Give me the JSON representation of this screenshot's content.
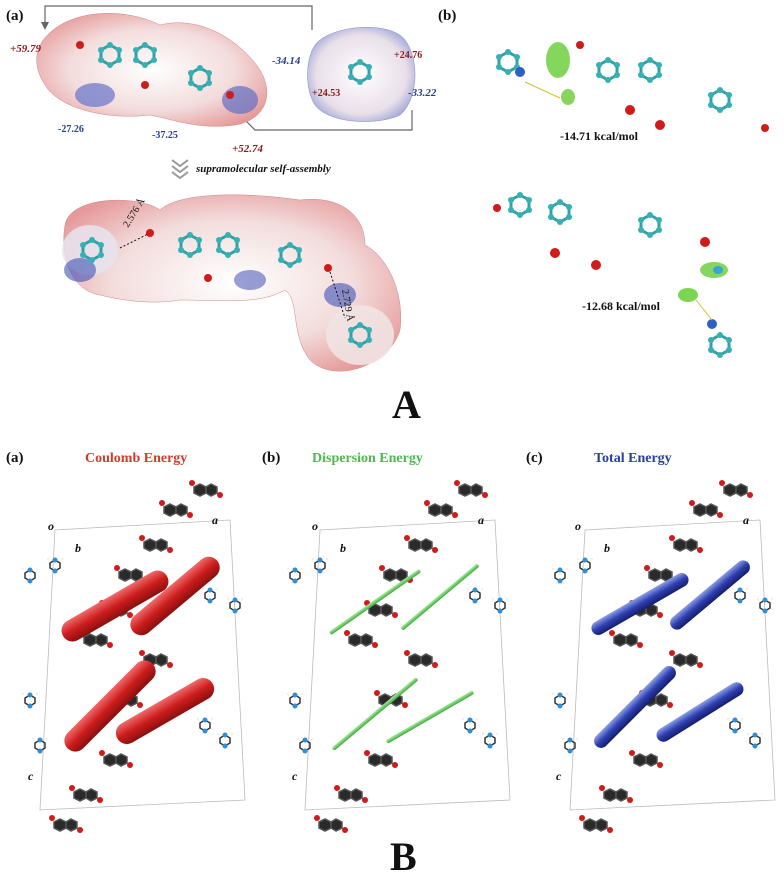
{
  "panel_A": {
    "label_a": "(a)",
    "label_b": "(b)",
    "big_label": "A",
    "esp_values": {
      "v_left_top": "+59.79",
      "v_mid_blue": "-34.14",
      "v_right_red": "+24.76",
      "v_right_red2": "+24.53",
      "v_right_blue": "-33.22",
      "v_bottom_left": "-27.26",
      "v_bottom_mid": "-37.25",
      "v_bottom_red": "+52.74"
    },
    "assembly_label": "supramolecular self-assembly",
    "distances": {
      "d1": "2.576 Å",
      "d2": "2.729 Å"
    },
    "energies": {
      "e1": "-14.71 kcal/mol",
      "e2": "-12.68 kcal/mol"
    }
  },
  "panel_B": {
    "big_label": "B",
    "sub_a": {
      "label": "(a)",
      "title": "Coulomb Energy",
      "color": "#d23a2a"
    },
    "sub_b": {
      "label": "(b)",
      "title": "Dispersion Energy",
      "color": "#4fb84f"
    },
    "sub_c": {
      "label": "(c)",
      "title": "Total Energy",
      "color": "#27409b"
    },
    "axes": {
      "o": "o",
      "a": "a",
      "b": "b",
      "c": "c"
    }
  }
}
